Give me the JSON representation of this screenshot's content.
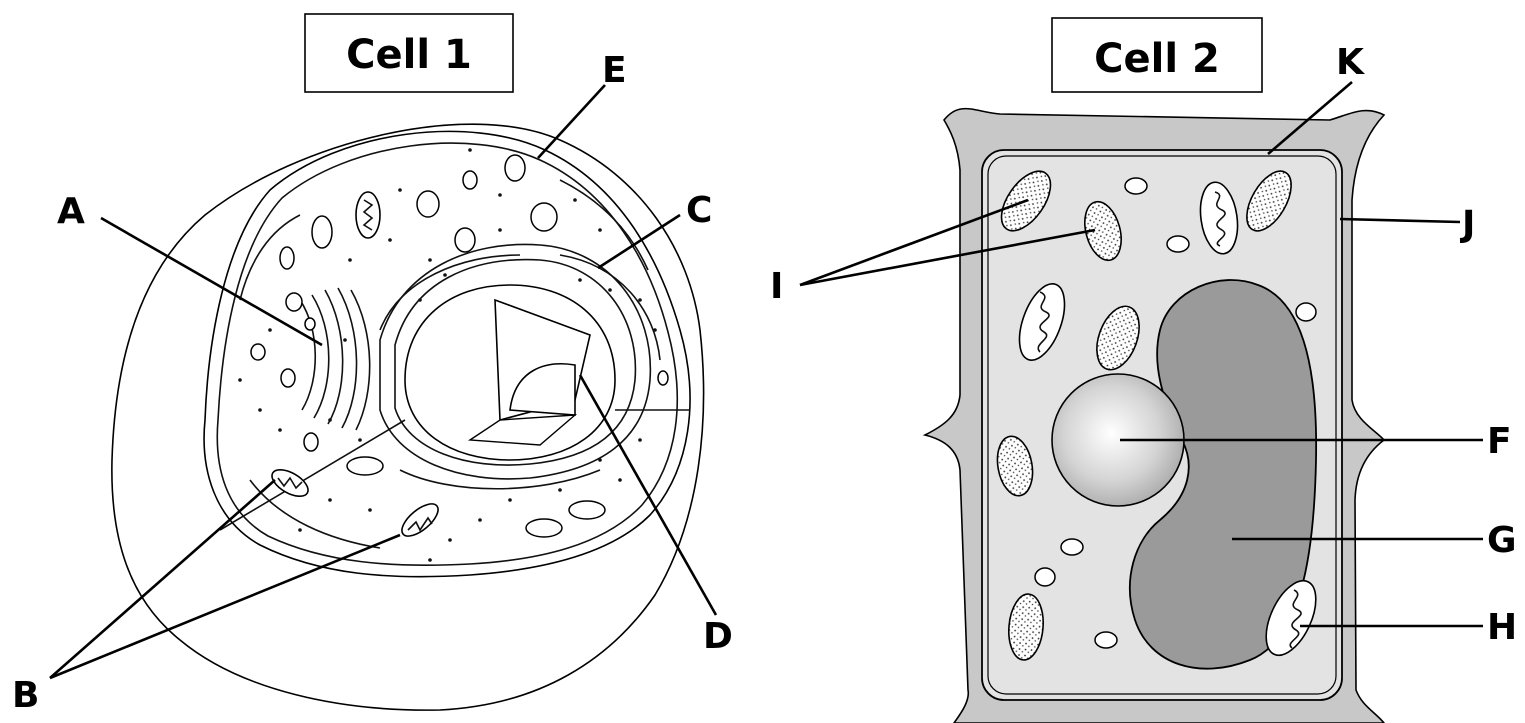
{
  "cell1": {
    "title": "Cell 1",
    "labels": {
      "A": "A",
      "B": "B",
      "C": "C",
      "D": "D",
      "E": "E"
    }
  },
  "cell2": {
    "title": "Cell 2",
    "labels": {
      "F": "F",
      "G": "G",
      "H": "H",
      "I": "I",
      "J": "J",
      "K": "K"
    }
  },
  "colors": {
    "cell_wall": "#c8c8c8",
    "cytoplasm": "#e3e3e3",
    "vacuole": "#9a9a9a",
    "outline": "#000000"
  }
}
